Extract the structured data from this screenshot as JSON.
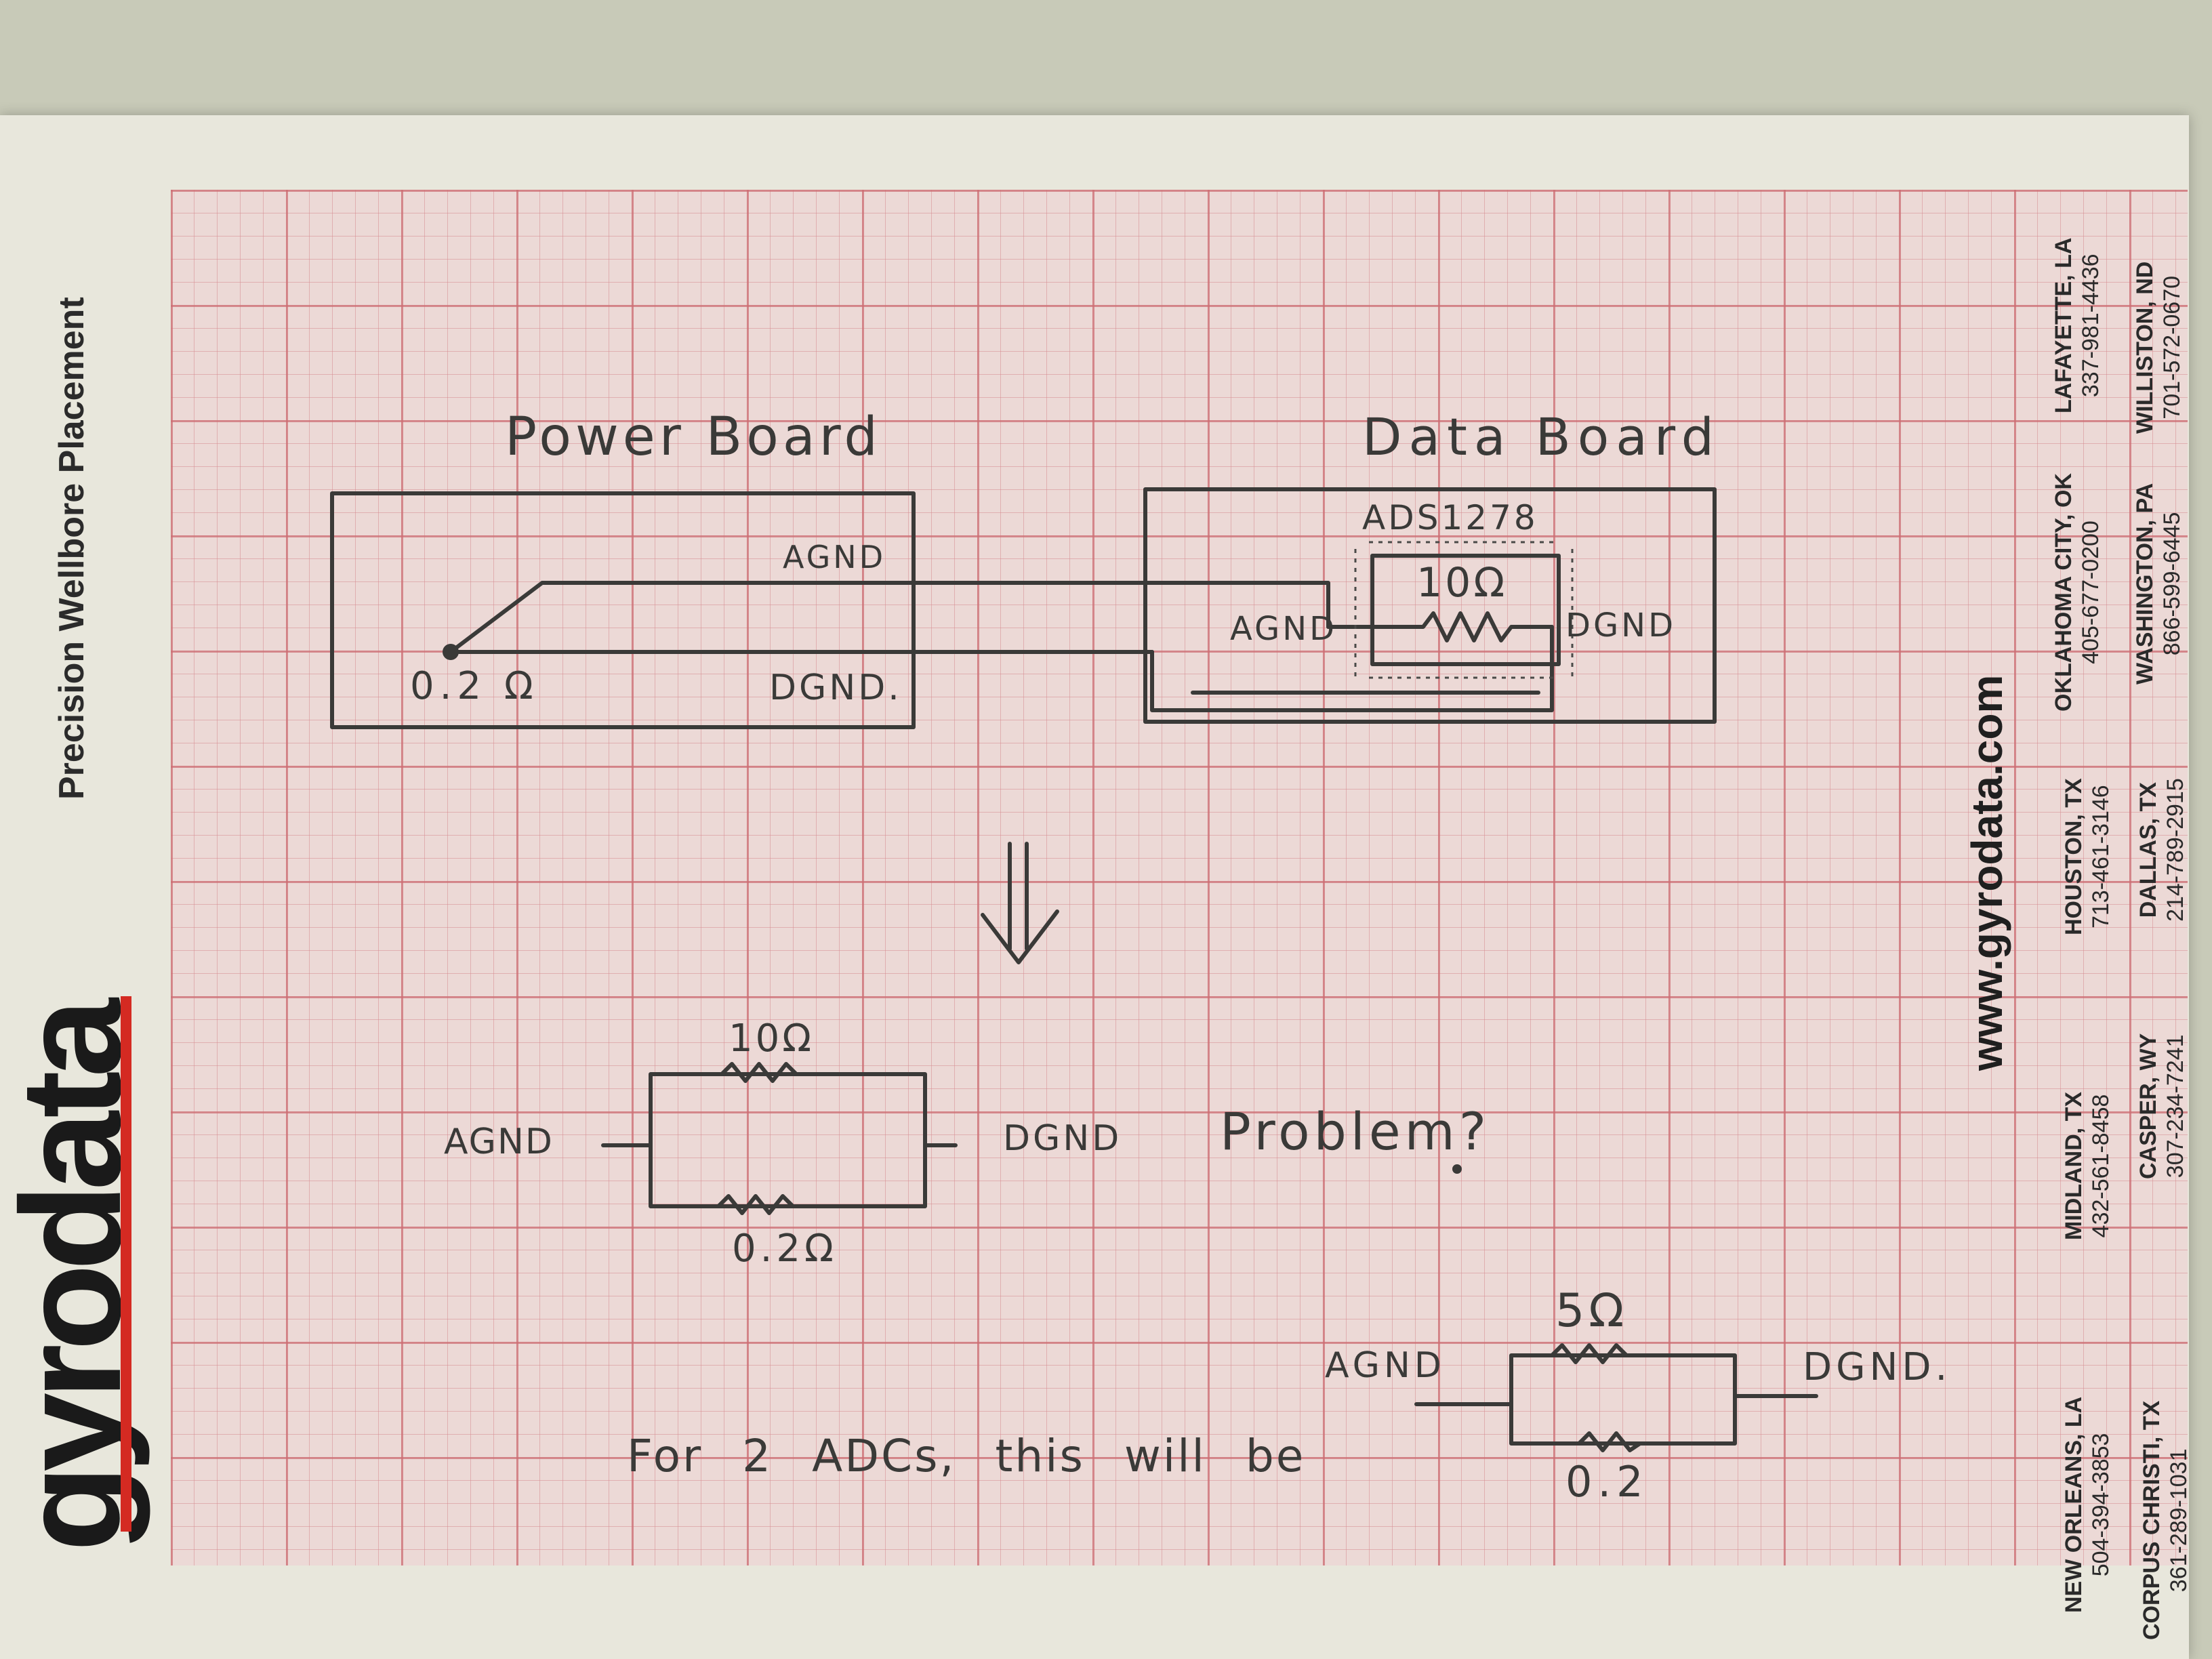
{
  "brand": {
    "logo": "gyrodata",
    "tagline": "Precision Wellbore Placement",
    "website": "www.gyrodata.com",
    "offices": [
      {
        "city": "NEW ORLEANS, LA",
        "phone": "504-394-3853"
      },
      {
        "city": "MIDLAND, TX",
        "phone": "432-561-8458"
      },
      {
        "city": "HOUSTON, TX",
        "phone": "713-461-3146"
      },
      {
        "city": "OKLAHOMA CITY, OK",
        "phone": "405-677-0200"
      },
      {
        "city": "LAFAYETTE, LA",
        "phone": "337-981-4436"
      },
      {
        "city": "CORPUS CHRISTI, TX",
        "phone": "361-289-1031"
      },
      {
        "city": "CASPER, WY",
        "phone": "307-234-7241"
      },
      {
        "city": "DALLAS, TX",
        "phone": "214-789-2915"
      },
      {
        "city": "WASHINGTON, PA",
        "phone": "866-599-6445"
      },
      {
        "city": "WILLISTON, ND",
        "phone": "701-572-0670"
      }
    ],
    "colors": {
      "accent": "#d42a22",
      "grid": "#cd6e73",
      "ink": "#3a3a38"
    }
  },
  "sketch": {
    "power_board": {
      "title": "Power Board",
      "agnd": "AGND",
      "dgnd": "DGND.",
      "resistor": "0.2 Ω"
    },
    "data_board": {
      "title": "Data Board",
      "chip": "ADS1278",
      "resistor": "10Ω",
      "agnd": "AGND",
      "dgnd": "DGND"
    },
    "equivalent": {
      "agnd": "AGND",
      "dgnd": "DGND",
      "r_top": "10Ω",
      "r_bottom": "0.2Ω",
      "note": "Problem?"
    },
    "two_adcs": {
      "caption": "For 2 ADCs, this will be",
      "agnd": "AGND",
      "dgnd": "DGND.",
      "r_top": "5Ω",
      "r_bottom": "0.2"
    }
  }
}
